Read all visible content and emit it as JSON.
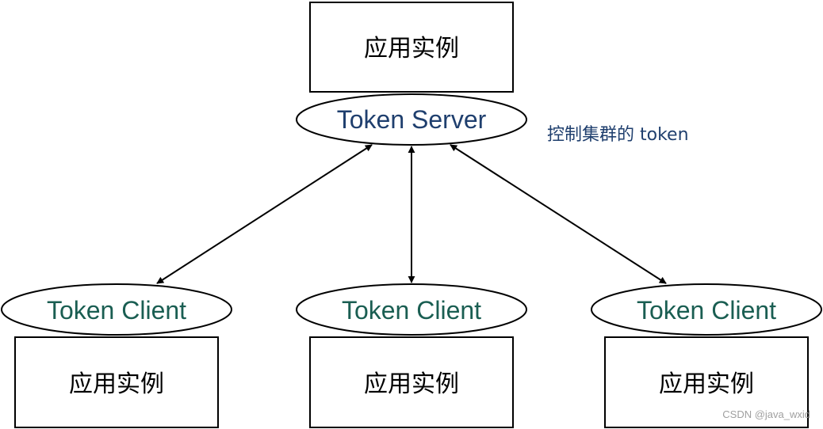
{
  "server": {
    "app_label": "应用实例",
    "node_label": "Token Server",
    "note": "控制集群的 token"
  },
  "clients": [
    {
      "node_label": "Token Client",
      "app_label": "应用实例"
    },
    {
      "node_label": "Token Client",
      "app_label": "应用实例"
    },
    {
      "node_label": "Token Client",
      "app_label": "应用实例"
    }
  ],
  "watermark": "CSDN @java_wxid",
  "colors": {
    "server_text": "#1f3f6e",
    "client_text": "#1a5e52",
    "note_text": "#1f3f6e",
    "stroke": "#000000"
  }
}
